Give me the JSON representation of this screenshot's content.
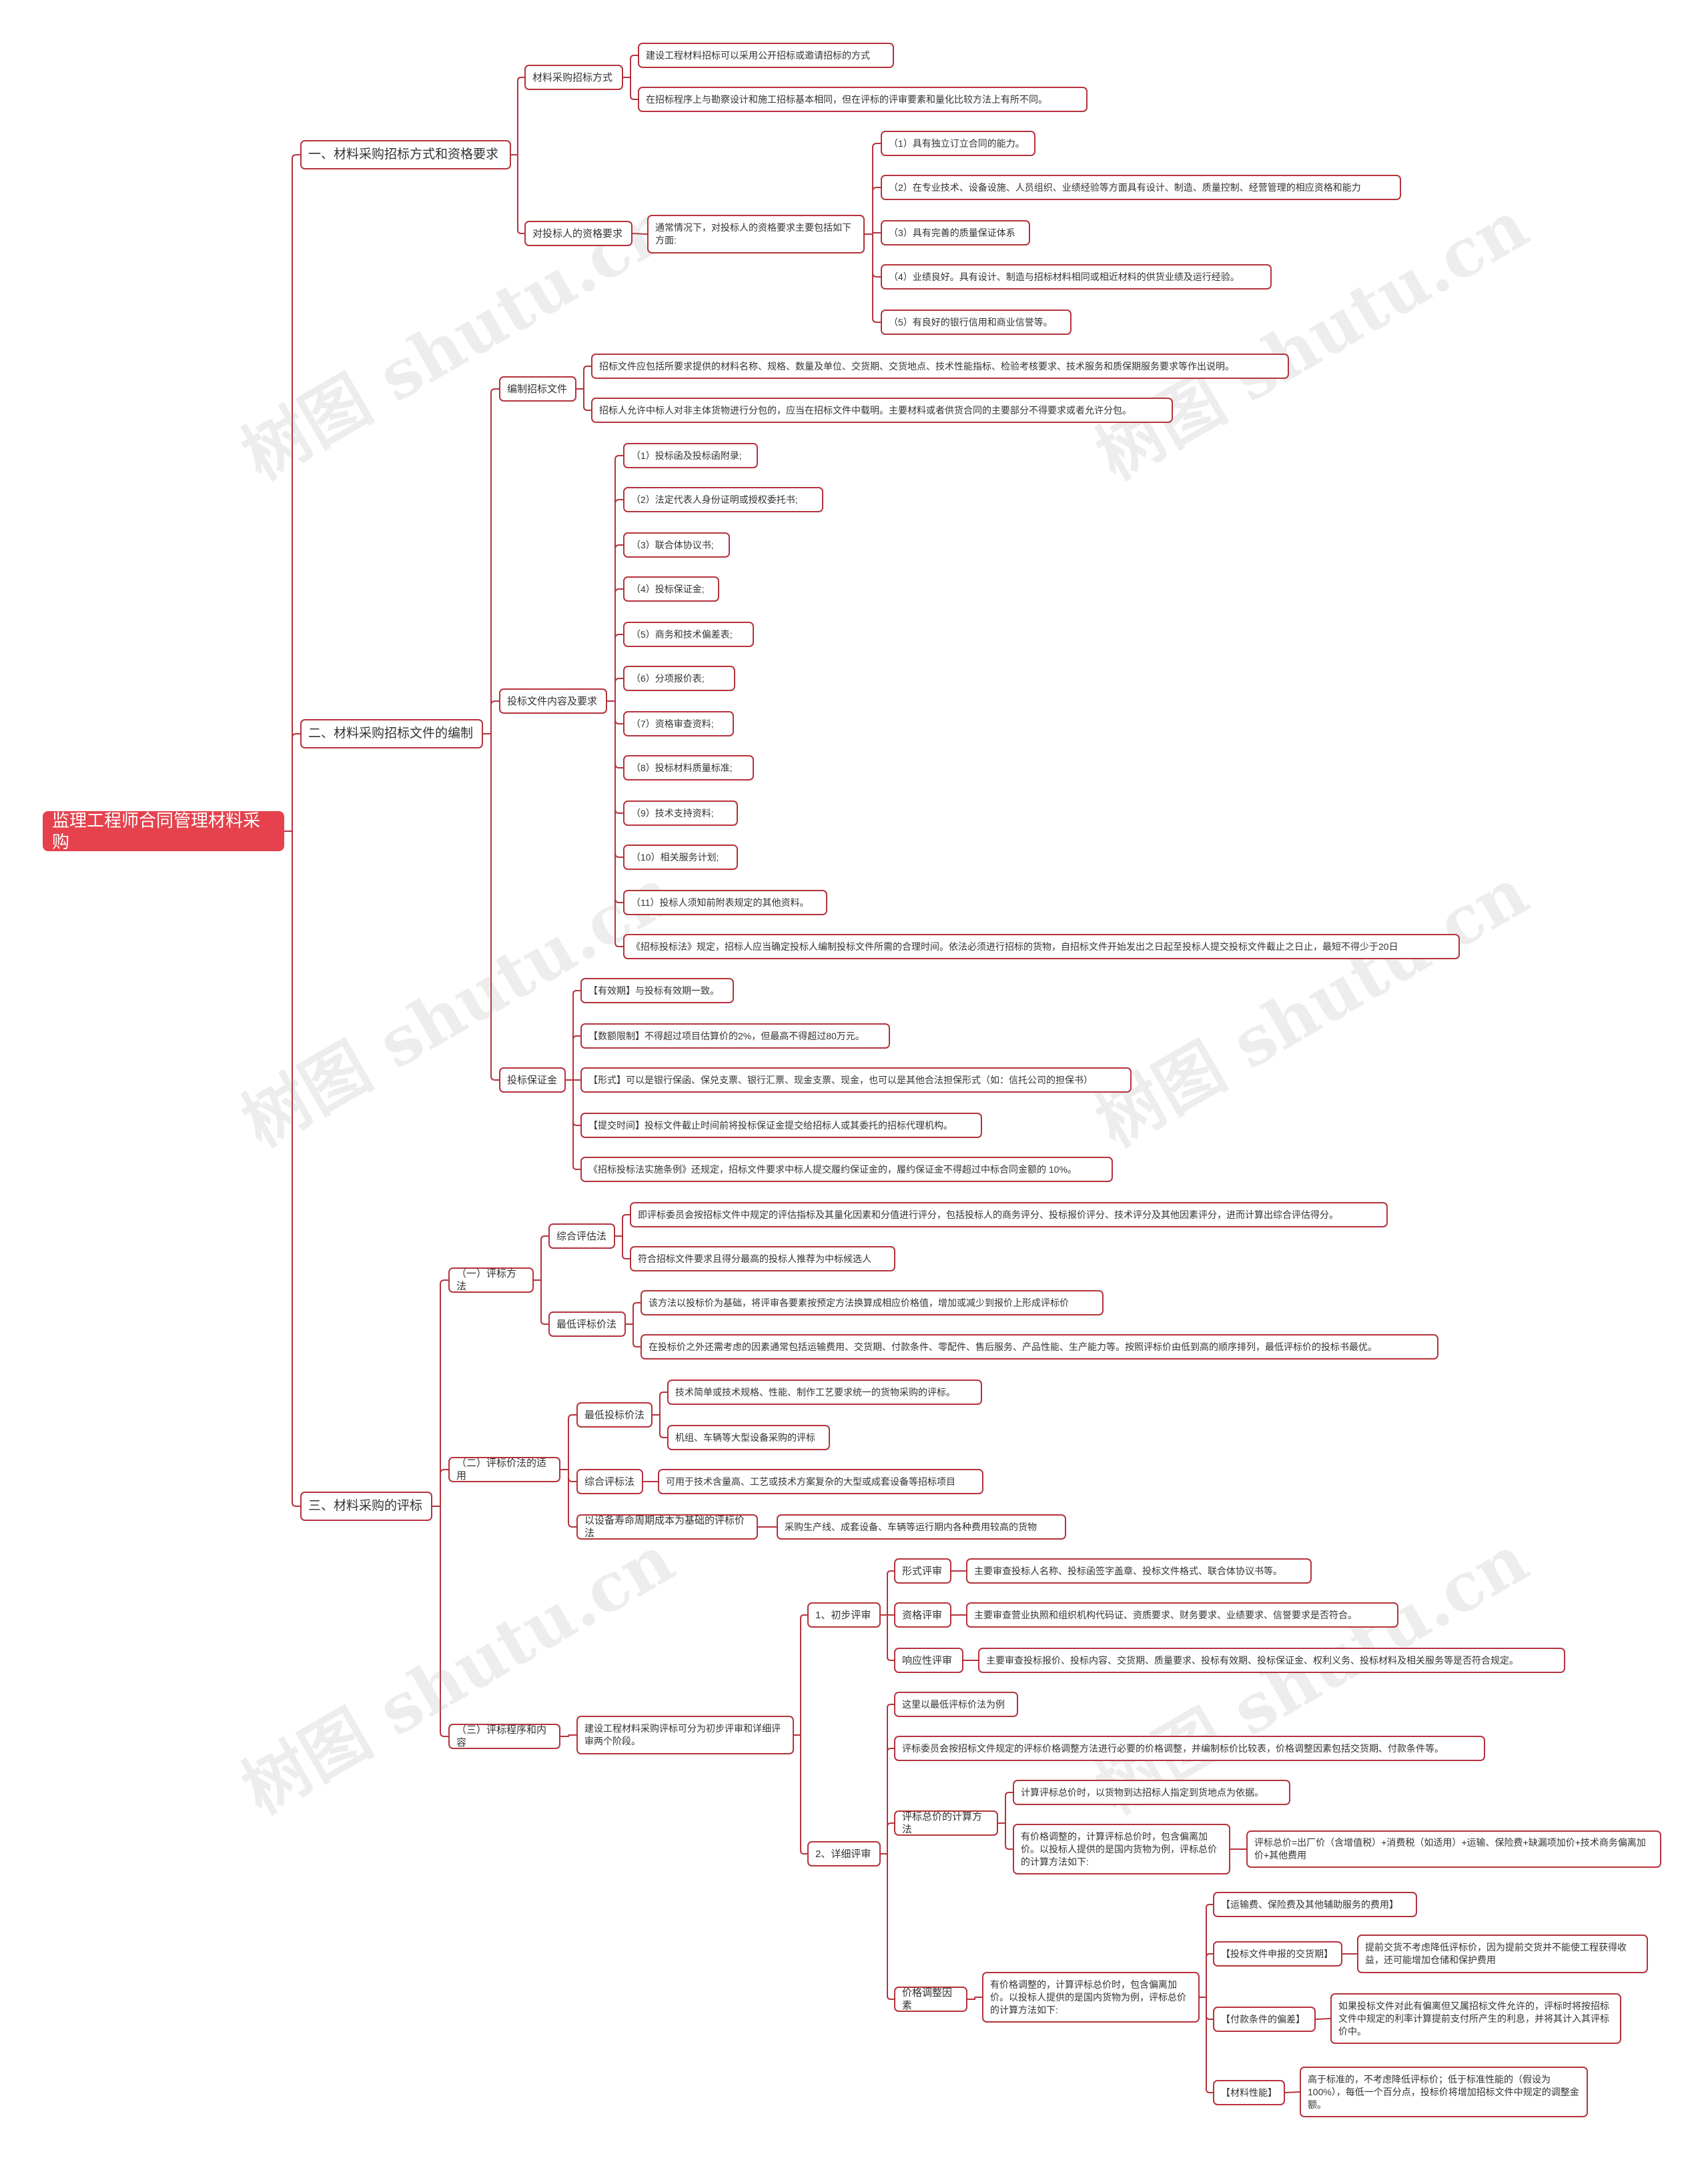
{
  "watermark": "树图 shutu.cn",
  "colors": {
    "line": "#b5323c",
    "root_bg": "#e5424d",
    "text": "#333333"
  },
  "root": "监理工程师合同管理材料采购",
  "s1": {
    "title": "一、材料采购招标方式和资格要求",
    "a": {
      "title": "材料采购招标方式",
      "i1": "建设工程材料招标可以采用公开招标或邀请招标的方式",
      "i2": "在招标程序上与勘察设计和施工招标基本相同，但在评标的评审要素和量化比较方法上有所不同。"
    },
    "b": {
      "title": "对投标人的资格要求",
      "sub": "通常情况下，对投标人的资格要求主要包括如下方面:",
      "i1": "（1）具有独立订立合同的能力。",
      "i2": "（2）在专业技术、设备设施、人员组织、业绩经验等方面具有设计、制造、质量控制、经营管理的相应资格和能力",
      "i3": "（3）具有完善的质量保证体系",
      "i4": "（4）业绩良好。具有设计、制造与招标材料相同或相近材料的供货业绩及运行经验。",
      "i5": "（5）有良好的银行信用和商业信誉等。"
    }
  },
  "s2": {
    "title": "二、材料采购招标文件的编制",
    "a": {
      "title": "编制招标文件",
      "i1": "招标文件应包括所要求提供的材料名称、规格、数量及单位、交货期、交货地点、技术性能指标、检验考核要求、技术服务和质保期服务要求等作出说明。",
      "i2": "招标人允许中标人对非主体货物进行分包的，应当在招标文件中载明。主要材料或者供货合同的主要部分不得要求或者允许分包。"
    },
    "b": {
      "title": "投标文件内容及要求",
      "i1": "（1）投标函及投标函附录;",
      "i2": "（2）法定代表人身份证明或授权委托书;",
      "i3": "（3）联合体协议书;",
      "i4": "（4）投标保证金;",
      "i5": "（5）商务和技术偏差表;",
      "i6": "（6）分项报价表;",
      "i7": "（7）资格审查资料;",
      "i8": "（8）投标材料质量标准;",
      "i9": "（9）技术支持资料;",
      "i10": "（10）相关服务计划;",
      "i11": "（11）投标人须知前附表规定的其他资料。",
      "i12": "《招标投标法》规定，招标人应当确定投标人编制投标文件所需的合理时间。依法必须进行招标的货物，自招标文件开始发出之日起至投标人提交投标文件截止之日止，最短不得少于20日"
    },
    "c": {
      "title": "投标保证金",
      "i1": "【有效期】与投标有效期一致。",
      "i2": "【数额限制】不得超过项目估算价的2%，但最高不得超过80万元。",
      "i3": "【形式】可以是银行保函、保兑支票、银行汇票、现金支票、现金，也可以是其他合法担保形式（如：信托公司的担保书）",
      "i4": "【提交时间】投标文件截止时间前将投标保证金提交给招标人或其委托的招标代理机构。",
      "i5": "《招标投标法实施条例》还规定，招标文件要求中标人提交履约保证金的，履约保证金不得超过中标合同金额的 10%。"
    }
  },
  "s3": {
    "title": "三、材料采购的评标",
    "a": {
      "title": "（一）评标方法",
      "x": {
        "title": "综合评估法",
        "i1": "即评标委员会按招标文件中规定的评估指标及其量化因素和分值进行评分，包括投标人的商务评分、投标报价评分、技术评分及其他因素评分，进而计算出综合评估得分。",
        "i2": "符合招标文件要求且得分最高的投标人推荐为中标候选人"
      },
      "y": {
        "title": "最低评标价法",
        "i1": "该方法以投标价为基础，将评审各要素按预定方法换算成相应价格值，增加或减少到报价上形成评标价",
        "i2": "在投标价之外还需考虑的因素通常包括运输费用、交货期、付款条件、零配件、售后服务、产品性能、生产能力等。按照评标价由低到高的顺序排列，最低评标价的投标书最优。"
      }
    },
    "b": {
      "title": "（二）评标价法的适用",
      "x": {
        "title": "最低投标价法",
        "i1": "技术简单或技术规格、性能、制作工艺要求统一的货物采购的评标。",
        "i2": "机组、车辆等大型设备采购的评标"
      },
      "y": {
        "title": "综合评标法",
        "i1": "可用于技术含量高、工艺或技术方案复杂的大型或成套设备等招标项目"
      },
      "z": {
        "title": "以设备寿命周期成本为基础的评标价法",
        "i1": "采购生产线、成套设备、车辆等运行期内各种费用较高的货物"
      }
    },
    "c": {
      "title": "（三）评标程序和内容",
      "sub": "建设工程材料采购评标可分为初步评审和详细评审两个阶段。",
      "p1": {
        "title": "1、初步评审",
        "x": {
          "title": "形式评审",
          "i": "主要审查投标人名称、投标函签字盖章、投标文件格式、联合体协议书等。"
        },
        "y": {
          "title": "资格评审",
          "i": "主要审查营业执照和组织机构代码证、资质要求、财务要求、业绩要求、信誉要求是否符合。"
        },
        "z": {
          "title": "响应性评审",
          "i": "主要审查投标报价、投标内容、交货期、质量要求、投标有效期、投标保证金、权利义务、投标材料及相关服务等是否符合规定。"
        }
      },
      "p2": {
        "title": "2、详细评审",
        "i1": "这里以最低评标价法为例",
        "i2": "评标委员会按招标文件规定的评标价格调整方法进行必要的价格调整，并编制标价比较表，价格调整因素包括交货期、付款条件等。",
        "calc": {
          "title": "评标总价的计算方法",
          "i1": "计算评标总价时，以货物到达招标人指定到货地点为依据。",
          "i2": "有价格调整的，计算评标总价时，包含偏离加价。以投标人提供的是国内货物为例，评标总价的计算方法如下:",
          "formula": "评标总价=出厂价（含增值税）+消费税（如适用）+运输、保险费+缺漏项加价+技术商务偏离加价+其他费用"
        },
        "adj": {
          "title": "价格调整因素",
          "sub": "有价格调整的，计算评标总价时，包含偏离加价。以投标人提供的是国内货物为例，评标总价的计算方法如下:",
          "f1": "【运输费、保险费及其他辅助服务的费用】",
          "f2": "【投标文件申报的交货期】",
          "f2d": "提前交货不考虑降低评标价，因为提前交货并不能使工程获得收益，还可能增加仓储和保护费用",
          "f3": "【付款条件的偏差】",
          "f3d": "如果投标文件对此有偏离但又属招标文件允许的，评标时将按招标文件中规定的利率计算提前支付所产生的利息，并将其计入其评标价中。",
          "f4": "【材料性能】",
          "f4d": "高于标准的，不考虑降低评标价；低于标准性能的（假设为 100%），每低一个百分点，投标价将增加招标文件中规定的调整金额。"
        }
      }
    }
  }
}
